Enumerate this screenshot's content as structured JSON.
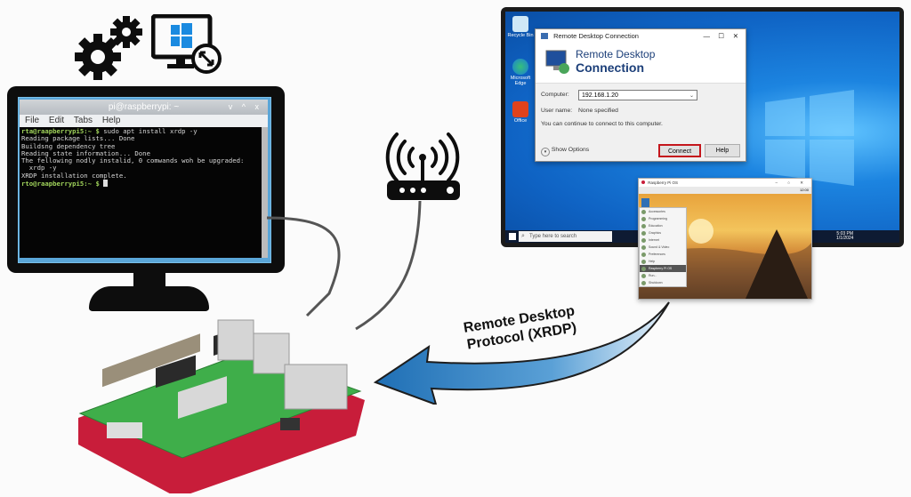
{
  "diagram": {
    "title_icons": [
      "gears-icon",
      "remote-windows-monitor-icon"
    ],
    "arrow_label": {
      "line1": "Remote Desktop",
      "line2": "Protocol (XRDP)"
    },
    "accent_colors": {
      "arrow_blue": "#2f7fc1",
      "pi_case_red": "#d0223e",
      "pi_board_green": "#3fae4a",
      "windows_blue": "#0f63c4",
      "connect_highlight": "#c4161c"
    }
  },
  "terminal": {
    "title": "pi@raspberrypi: ~",
    "window_controls": [
      "v",
      "^",
      "x"
    ],
    "menu": [
      "File",
      "Edit",
      "Tabs",
      "Help"
    ],
    "lines": [
      {
        "prompt": "rta@raapberrypi5:~ $ ",
        "text": "sudo apt install xrdp -y"
      },
      {
        "prompt": "",
        "text": "Reading package lists... Done"
      },
      {
        "prompt": "",
        "text": "Buildsng dependency tree"
      },
      {
        "prompt": "",
        "text": "Reading state information... Done"
      },
      {
        "prompt": "",
        "text": "The fellowing nodly instalid, 0 comwands woh be upgraded:"
      },
      {
        "prompt": "",
        "text": "  xrdp -y"
      },
      {
        "prompt": "",
        "text": "XRDP installation complete."
      },
      {
        "prompt": "rto@raapberrypi5:~ $ ",
        "text": ""
      }
    ]
  },
  "windows_desktop": {
    "desktop_icons": [
      {
        "label": "Recycle Bin"
      },
      {
        "label": "Microsoft Edge"
      },
      {
        "label": "Office"
      }
    ],
    "taskbar": {
      "search_placeholder": "Type here to search",
      "clock_time": "5:03 PM",
      "clock_date": "1/1/2024"
    }
  },
  "rdp_dialog": {
    "title": "Remote Desktop Connection",
    "header_line1": "Remote Desktop",
    "header_line2": "Connection",
    "computer_label": "Computer:",
    "computer_value": "192.168.1.20",
    "username_label": "User name:",
    "username_value": "None specified",
    "info_text": "You can continue to connect to this computer.",
    "options_label": "Show Options",
    "connect_label": "Connect",
    "help_label": "Help"
  },
  "pi_remote_window": {
    "title": "Raspberry Pi OS",
    "tray_time": "12:00",
    "menu_items": [
      "Accessories",
      "Programming",
      "Education",
      "Graphics",
      "Internet",
      "Sound & Video",
      "Preferences",
      "Help",
      "Raspberry Pi OS",
      "Run...",
      "Shutdown"
    ],
    "selected_menu_item": "Raspberry Pi OS"
  }
}
